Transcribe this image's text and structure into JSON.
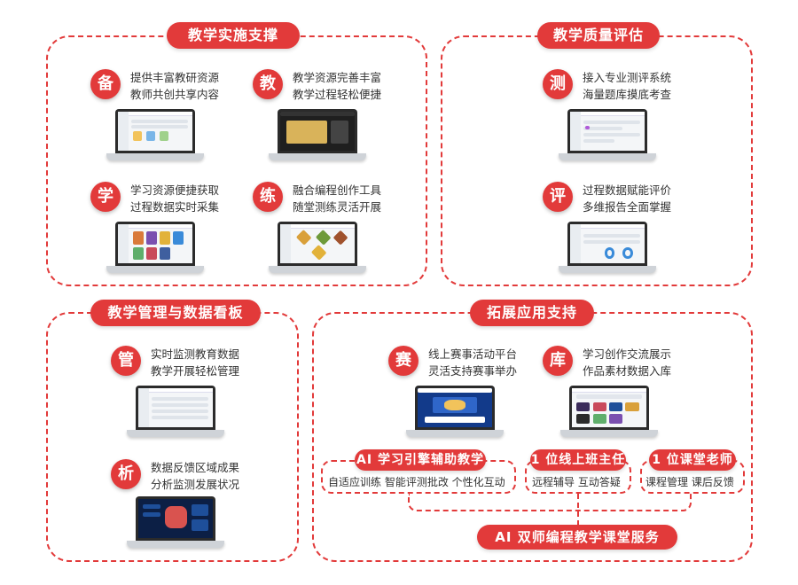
{
  "colors": {
    "accent": "#e23a3a"
  },
  "sections": {
    "s1": {
      "title": "教学实施支撑"
    },
    "s2": {
      "title": "教学质量评估"
    },
    "s3": {
      "title": "教学管理与数据看板"
    },
    "s4": {
      "title": "拓展应用支持"
    }
  },
  "items": {
    "bei": {
      "badge": "备",
      "line1": "提供丰富教研资源",
      "line2": "教师共创共享内容"
    },
    "jiao": {
      "badge": "教",
      "line1": "教学资源完善丰富",
      "line2": "教学过程轻松便捷"
    },
    "xue": {
      "badge": "学",
      "line1": "学习资源便捷获取",
      "line2": "过程数据实时采集"
    },
    "lian": {
      "badge": "练",
      "line1": "融合编程创作工具",
      "line2": "随堂测练灵活开展"
    },
    "ce": {
      "badge": "测",
      "line1": "接入专业测评系统",
      "line2": "海量题库摸底考查"
    },
    "ping": {
      "badge": "评",
      "line1": "过程数据赋能评价",
      "line2": "多维报告全面掌握"
    },
    "guan": {
      "badge": "管",
      "line1": "实时监测教育数据",
      "line2": "教学开展轻松管理"
    },
    "xi": {
      "badge": "析",
      "line1": "数据反馈区域成果",
      "line2": "分析监测发展状况"
    },
    "sai": {
      "badge": "赛",
      "line1": "线上赛事活动平台",
      "line2": "灵活支持赛事举办"
    },
    "ku": {
      "badge": "库",
      "line1": "学习创作交流展示",
      "line2": "作品素材数据入库"
    }
  },
  "services": {
    "ai": {
      "title": "AI 学习引擎辅助教学",
      "detail": "自适应训练  智能评测批改  个性化互动"
    },
    "online": {
      "title": "1 位线上班主任",
      "detail": "远程辅导  互动答疑"
    },
    "class": {
      "title": "1 位课堂老师",
      "detail": "课程管理  课后反馈"
    },
    "main": {
      "title": "AI 双师编程教学课堂服务"
    }
  }
}
